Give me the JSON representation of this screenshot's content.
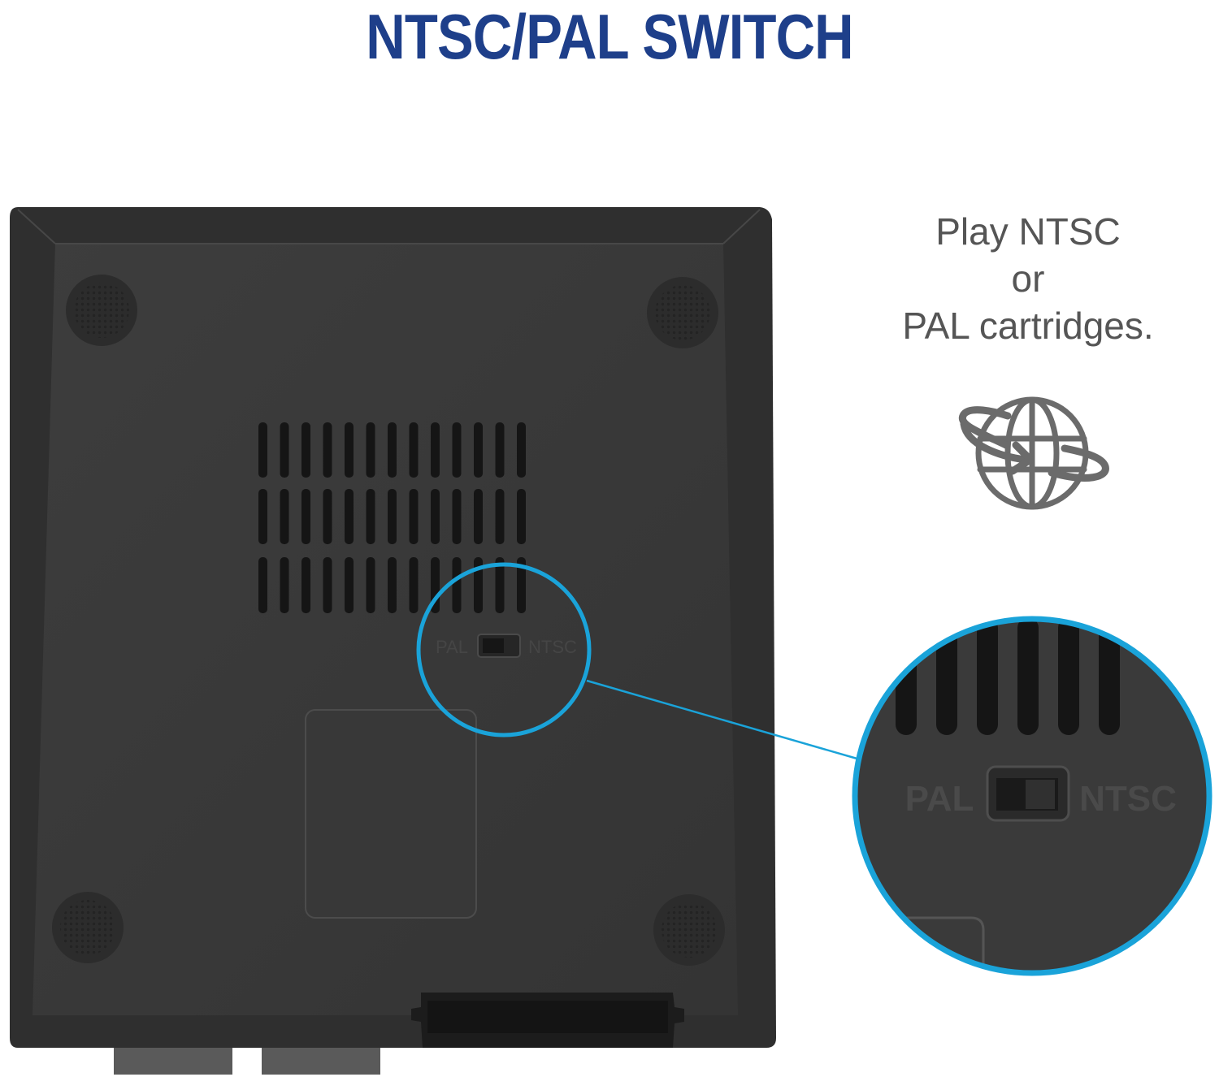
{
  "title": "NTSC/PAL SWITCH",
  "caption": {
    "line1": "Play NTSC",
    "line2": "or",
    "line3": "PAL cartridges."
  },
  "switch": {
    "left_label": "PAL",
    "right_label": "NTSC"
  },
  "icons": {
    "globe": "globe-with-arrow-icon"
  },
  "colors": {
    "title": "#1e3f8a",
    "caption": "#555555",
    "callout": "#1aa3d9",
    "console": "#3a3a3a",
    "icon": "#6b6b6b"
  }
}
